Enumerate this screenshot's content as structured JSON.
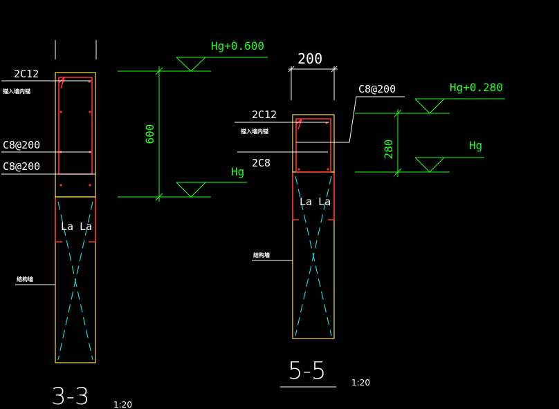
{
  "section_3_3": {
    "title": "3-3",
    "scale": "1:20",
    "label_2c12": "2C12",
    "label_anchor_note": "锚入墙内锚",
    "label_c8_top": "C8@200",
    "label_c8_bottom": "C8@200",
    "label_la": "La La",
    "label_structural": "结构墙",
    "dim_height": "600",
    "elev_top": "Hg+0.600",
    "elev_bottom": "Hg"
  },
  "section_5_5": {
    "title": "5-5",
    "scale": "1:20",
    "dim_width": "200",
    "label_c8": "C8@200",
    "label_2c12": "2C12",
    "label_anchor_note": "锚入墙内锚",
    "label_2c8": "2C8",
    "label_la": "La La",
    "label_structural": "结构墙",
    "dim_height": "280",
    "elev_top": "Hg+0.280",
    "elev_bottom": "Hg"
  },
  "colors": {
    "background": "#000000",
    "outline": "#ffe14a",
    "rebar": "#ff3030",
    "dimension": "#22ff22",
    "leader": "#ffffff",
    "hatch": "#1ed6d6"
  }
}
